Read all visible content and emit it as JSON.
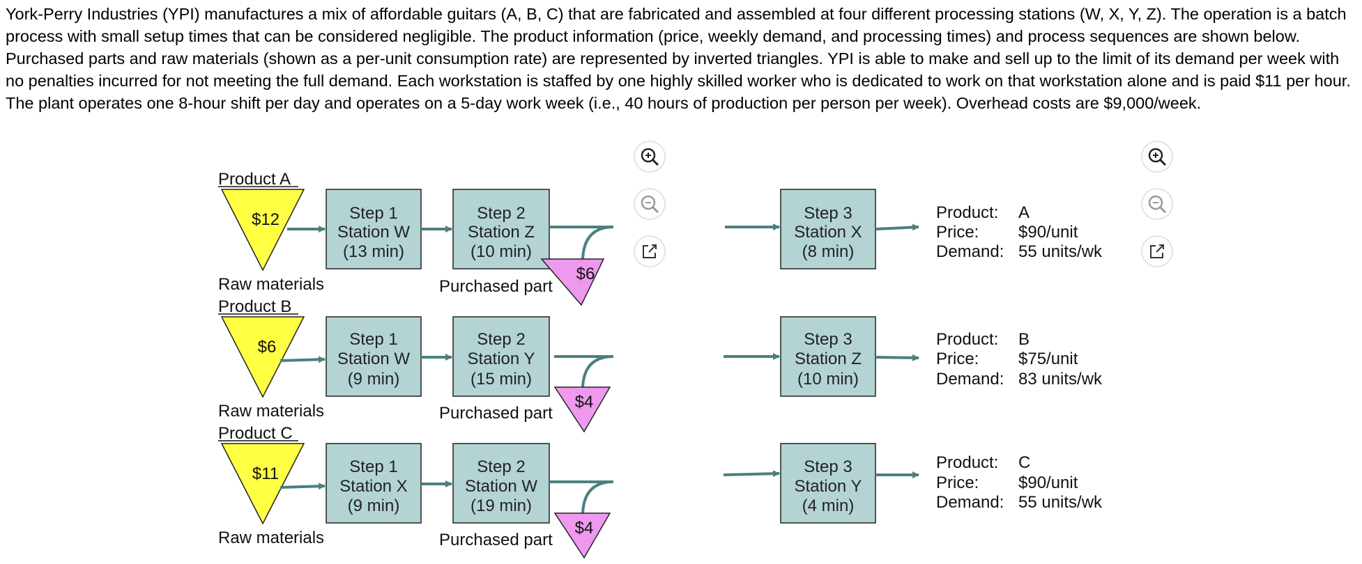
{
  "intro_text": "York-Perry Industries (YPI) manufactures a mix of affordable guitars (A, B, C) that are fabricated and assembled at four different processing stations (W, X, Y, Z). The operation is a batch process with small setup times that can be considered negligible. The product information (price, weekly demand, and processing times) and process sequences are shown below. Purchased parts and raw materials (shown as a per-unit consumption rate) are represented by inverted triangles. YPI is able to make and sell up to the limit of its demand per week with no penalties incurred for not meeting the full demand. Each workstation is staffed by one highly skilled worker who is dedicated to work on that workstation alone and is paid $11 per hour. The plant operates one 8-hour shift per day and operates on a 5-day work week (i.e., 40 hours of production per person per week). Overhead costs are $9,000/week.",
  "labels": {
    "raw_materials": "Raw materials",
    "purchased_part": "Purchased part",
    "product_key": "Product:",
    "price_key": "Price:",
    "demand_key": "Demand:"
  },
  "colors": {
    "raw_triangle": "#ffff44",
    "purchased_triangle": "#ee99ee",
    "station_box": "#b4d4d4",
    "arrow": "#4a8080"
  },
  "icons": [
    "zoom-in-icon",
    "zoom-out-icon",
    "open-external-icon"
  ],
  "products": [
    {
      "title": "Product A",
      "raw_cost": "$12",
      "step1": {
        "step": "Step 1",
        "station": "Station W",
        "time": "(13 min)"
      },
      "step2": {
        "step": "Step 2",
        "station": "Station Z",
        "time": "(10 min)"
      },
      "purchased_cost": "$6",
      "step3": {
        "step": "Step 3",
        "station": "Station X",
        "time": "(8 min)"
      },
      "product": "A",
      "price": "$90/unit",
      "demand": "55 units/wk"
    },
    {
      "title": "Product B",
      "raw_cost": "$6",
      "step1": {
        "step": "Step 1",
        "station": "Station W",
        "time": "(9 min)"
      },
      "step2": {
        "step": "Step 2",
        "station": "Station Y",
        "time": "(15 min)"
      },
      "purchased_cost": "$4",
      "step3": {
        "step": "Step 3",
        "station": "Station Z",
        "time": "(10 min)"
      },
      "product": "B",
      "price": "$75/unit",
      "demand": "83 units/wk"
    },
    {
      "title": "Product C",
      "raw_cost": "$11",
      "step1": {
        "step": "Step 1",
        "station": "Station X",
        "time": "(9 min)"
      },
      "step2": {
        "step": "Step 2",
        "station": "Station W",
        "time": "(19 min)"
      },
      "purchased_cost": "$4",
      "step3": {
        "step": "Step 3",
        "station": "Station Y",
        "time": "(4 min)"
      },
      "product": "C",
      "price": "$90/unit",
      "demand": "55 units/wk"
    }
  ]
}
